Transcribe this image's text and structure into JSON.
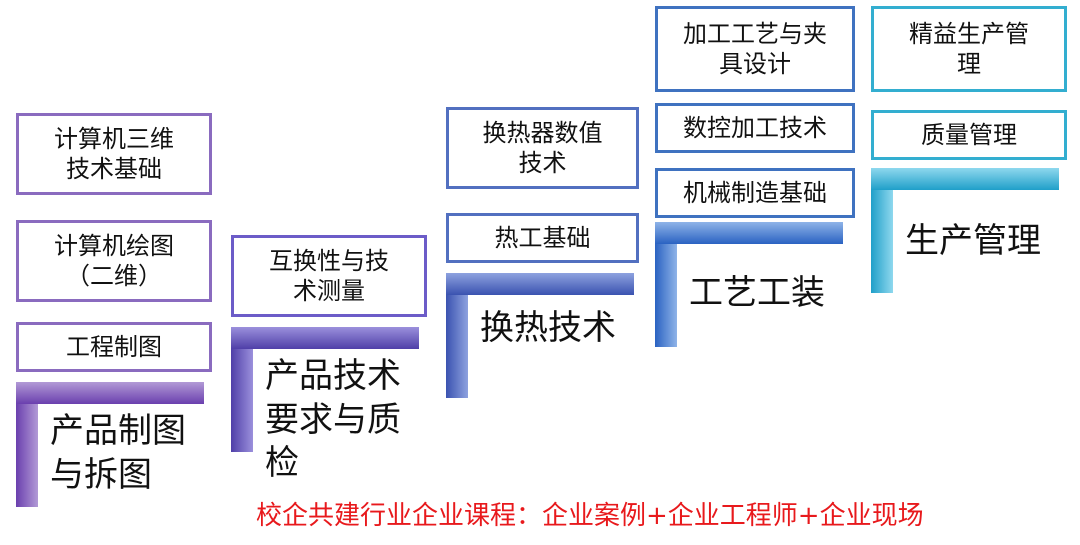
{
  "columns": [
    {
      "key": "drawing",
      "color": "#8a6bbf",
      "bar_gradient": [
        "#6a3fae",
        "#b29ad6"
      ],
      "stage_lines": [
        "产品制图",
        "与拆图"
      ],
      "courses": [
        {
          "lines": [
            "计算机三维",
            "技术基础"
          ]
        },
        {
          "lines": [
            "计算机绘图",
            "（二维）"
          ]
        },
        {
          "lines": [
            "工程制图"
          ]
        }
      ]
    },
    {
      "key": "quality",
      "color": "#6c5cc8",
      "bar_gradient": [
        "#4f3fa8",
        "#9b90dc"
      ],
      "stage_lines": [
        "产品技术",
        "要求与质",
        "检"
      ],
      "courses": [
        {
          "lines": [
            "互换性与技",
            "术测量"
          ]
        }
      ]
    },
    {
      "key": "heat",
      "color": "#5270c0",
      "bar_gradient": [
        "#3a52b0",
        "#8ea2df"
      ],
      "stage_lines": [
        "换热技术"
      ],
      "courses": [
        {
          "lines": [
            "换热器数值",
            "技术"
          ]
        },
        {
          "lines": [
            "热工基础"
          ]
        }
      ]
    },
    {
      "key": "process",
      "color": "#3f72c0",
      "bar_gradient": [
        "#2a62c2",
        "#8fb4e8"
      ],
      "stage_lines": [
        "工艺工装"
      ],
      "courses": [
        {
          "lines": [
            "加工工艺与夹",
            "具设计"
          ]
        },
        {
          "lines": [
            "数控加工技术"
          ]
        },
        {
          "lines": [
            "机械制造基础"
          ]
        }
      ]
    },
    {
      "key": "production",
      "color": "#33aed0",
      "bar_gradient": [
        "#1f9fc9",
        "#8fd8ee"
      ],
      "stage_lines": [
        "生产管理"
      ],
      "courses": [
        {
          "lines": [
            "精益生产管",
            "理"
          ]
        },
        {
          "lines": [
            "质量管理"
          ]
        }
      ]
    }
  ],
  "footer": "校企共建行业企业课程：企业案例+企业工程师+企业现场"
}
